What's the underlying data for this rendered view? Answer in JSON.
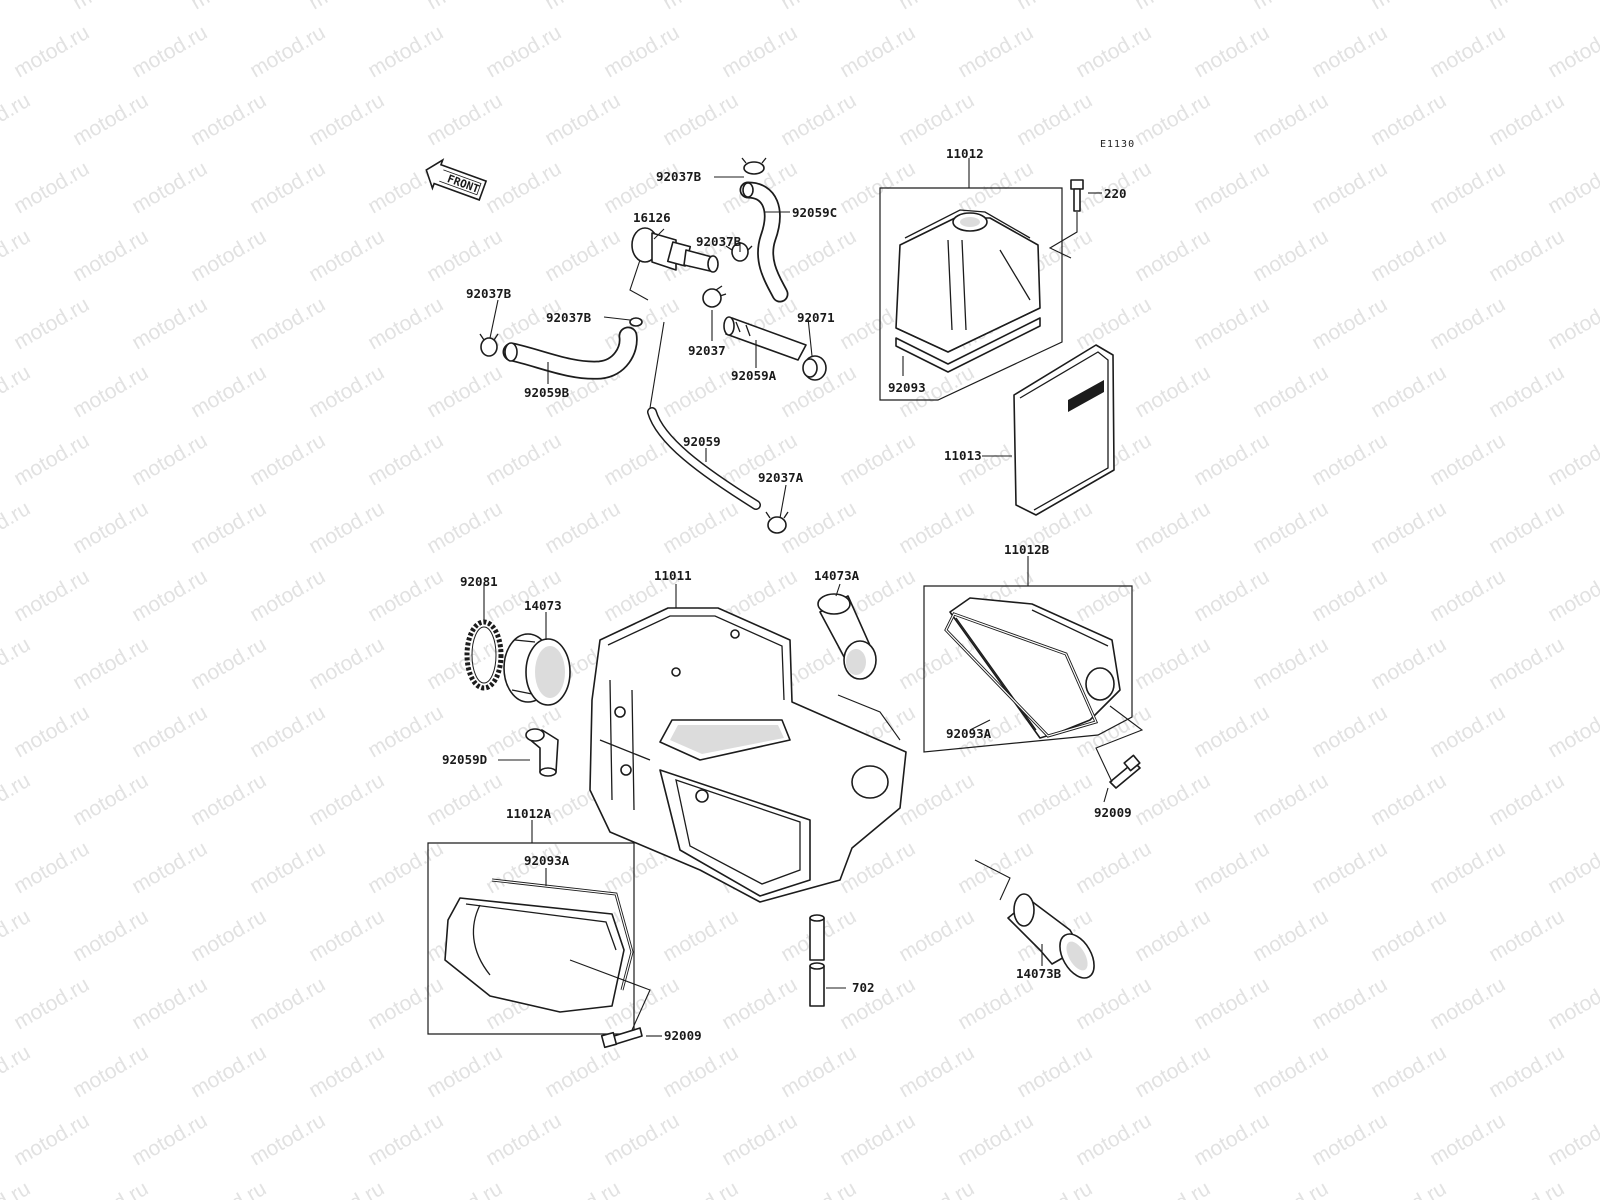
{
  "diagram": {
    "watermark": "motod.ru",
    "figure_code": "E1130",
    "front_arrow": "FRONT",
    "callouts": [
      {
        "id": "c-92037b-top",
        "text": "92037B"
      },
      {
        "id": "c-92059c",
        "text": "92059C"
      },
      {
        "id": "c-16126",
        "text": "16126"
      },
      {
        "id": "c-92037b-mid",
        "text": "92037B"
      },
      {
        "id": "c-92037b-left",
        "text": "92037B"
      },
      {
        "id": "c-92037b-valve",
        "text": "92037B"
      },
      {
        "id": "c-92071",
        "text": "92071"
      },
      {
        "id": "c-92037",
        "text": "92037"
      },
      {
        "id": "c-92059a",
        "text": "92059A"
      },
      {
        "id": "c-92059b",
        "text": "92059B"
      },
      {
        "id": "c-92059",
        "text": "92059"
      },
      {
        "id": "c-92037a",
        "text": "92037A"
      },
      {
        "id": "c-11012",
        "text": "11012"
      },
      {
        "id": "c-220",
        "text": "220"
      },
      {
        "id": "c-92093",
        "text": "92093"
      },
      {
        "id": "c-11013",
        "text": "11013"
      },
      {
        "id": "c-92081",
        "text": "92081"
      },
      {
        "id": "c-14073",
        "text": "14073"
      },
      {
        "id": "c-11011",
        "text": "11011"
      },
      {
        "id": "c-14073a",
        "text": "14073A"
      },
      {
        "id": "c-11012b",
        "text": "11012B"
      },
      {
        "id": "c-92093a-right",
        "text": "92093A"
      },
      {
        "id": "c-92059d",
        "text": "92059D"
      },
      {
        "id": "c-92009-right",
        "text": "92009"
      },
      {
        "id": "c-11012a",
        "text": "11012A"
      },
      {
        "id": "c-92093a-left",
        "text": "92093A"
      },
      {
        "id": "c-92009-left",
        "text": "92009"
      },
      {
        "id": "c-702",
        "text": "702"
      },
      {
        "id": "c-14073b",
        "text": "14073B"
      }
    ]
  }
}
